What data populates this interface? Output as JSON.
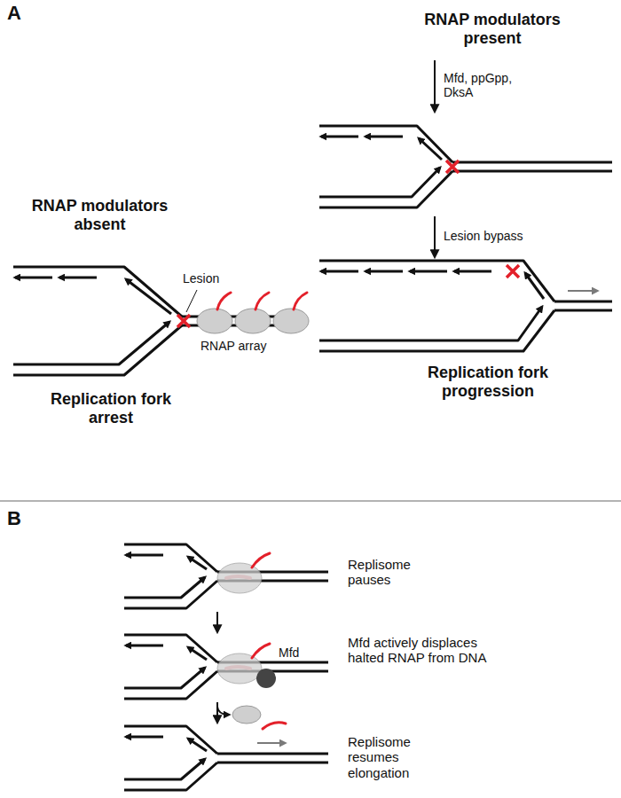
{
  "diagram": {
    "labels": [
      "A",
      "RNAP modulators absent",
      "RNAP modulators present",
      "Mfd, ppGpp, DksA",
      "Lesion",
      "RNAP array",
      "Lesion bypass",
      "Replication fork arrest",
      "Replication fork progression",
      "B",
      "Replisome pauses",
      "Mfd actively displaces halted RNAP from DNA",
      "Mfd",
      "Replisome resumes elongation"
    ]
  }
}
